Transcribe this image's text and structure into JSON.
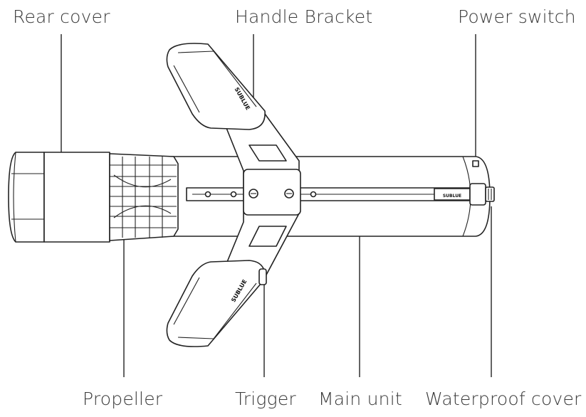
{
  "labels": {
    "rear_cover": "Rear cover",
    "handle_bracket": "Handle Bracket",
    "power_switch": "Power switch",
    "propeller": "Propeller",
    "trigger": "Trigger",
    "main_unit": "Main unit",
    "waterproof_cover": "Waterproof cover"
  },
  "handle_markings": {
    "upper": "SUBLUE",
    "lower": "SUBLUE",
    "rear": "SUBLUE"
  }
}
